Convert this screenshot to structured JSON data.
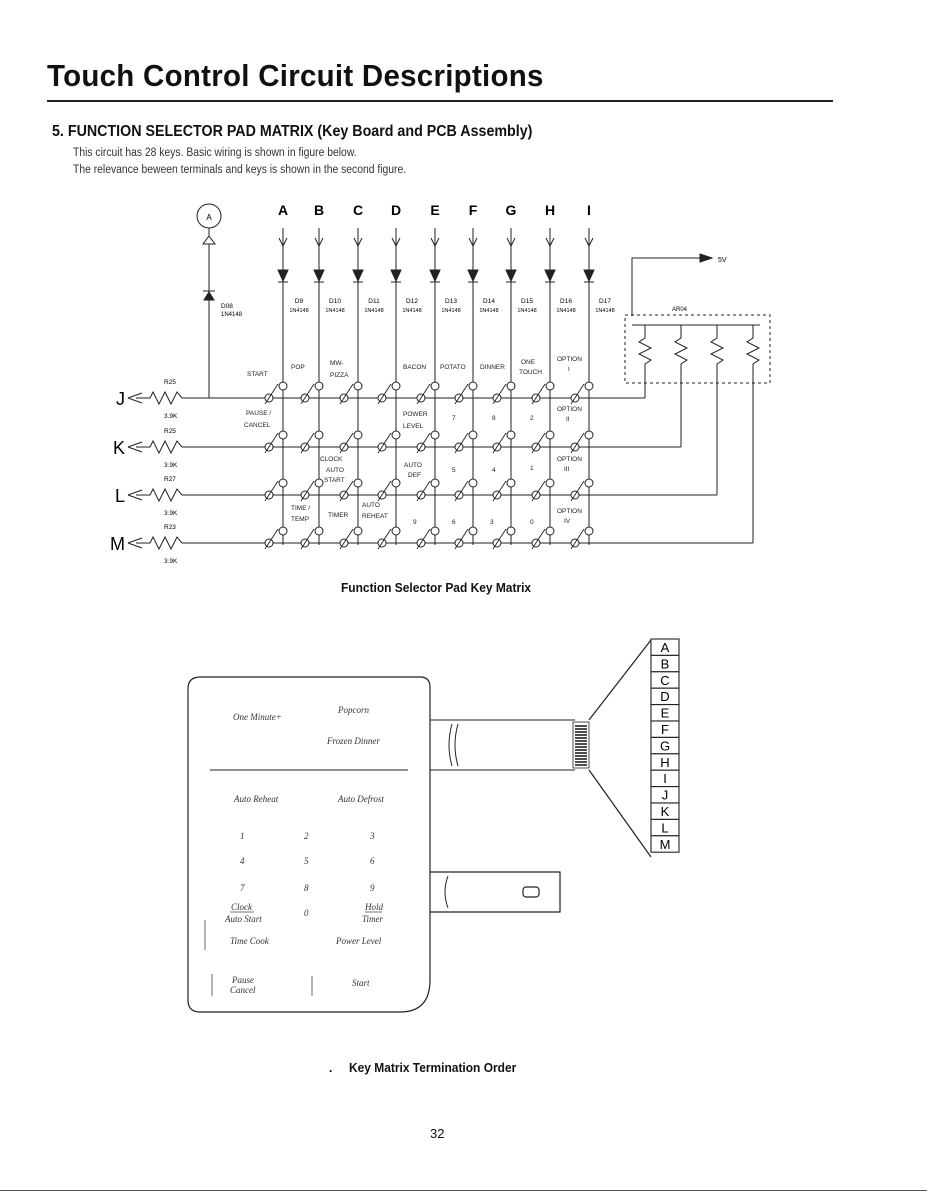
{
  "page": {
    "title": "Touch Control Circuit Descriptions",
    "section_heading": "5. FUNCTION SELECTOR PAD MATRIX (Key Board and PCB Assembly)",
    "description": [
      "This circuit has 28 keys. Basic wiring is shown in figure below.",
      "The relevance beween terminals and keys is shown in the second figure."
    ],
    "page_number": "32"
  },
  "matrix": {
    "caption": "Function Selector Pad Key Matrix",
    "node_a": "A",
    "columns": [
      "A",
      "B",
      "C",
      "D",
      "E",
      "F",
      "G",
      "H",
      "I"
    ],
    "diodes": [
      "D9",
      "D10",
      "D11",
      "D12",
      "D13",
      "D14",
      "D15",
      "D16",
      "D17"
    ],
    "diode_part": "1N4148",
    "d08": {
      "label": "D08",
      "part": "1N4148"
    },
    "vcc": "5V",
    "array": "AR04",
    "rows": [
      {
        "label": "J",
        "resistor": "R25",
        "value": "3.9K"
      },
      {
        "label": "K",
        "resistor": "R25",
        "value": "3.9K"
      },
      {
        "label": "L",
        "resistor": "R27",
        "value": "3.9K"
      },
      {
        "label": "M",
        "resistor": "R23",
        "value": "3.9K"
      }
    ],
    "key_labels": {
      "start": "START",
      "pop": "POP",
      "mw": "MW-",
      "pizza": "PIZZA",
      "bacon": "BACON",
      "potato": "POTATO",
      "dinner": "DINNER",
      "one": "ONE",
      "touch": "TOUCH",
      "option": "OPTION",
      "opt1": "I",
      "opt2": "II",
      "opt3": "III",
      "opt4": "IV",
      "pause": "PAUSE /",
      "cancel": "CANCEL",
      "power": "POWER",
      "level": "LEVEL",
      "n7": "7",
      "n8": "8",
      "n2": "2",
      "clock": "CLOCK",
      "auto": "AUTO",
      "start2": "START",
      "def": "DEF",
      "n5": "5",
      "n4": "4",
      "n1": "1",
      "time": "TIME /",
      "temp": "TEMP",
      "timer": "TIMER",
      "reheat": "REHEAT",
      "n9": "9",
      "n6": "6",
      "n3": "3",
      "n0": "0"
    }
  },
  "keypad": {
    "caption": "Key Matrix Termination Order",
    "keys": {
      "one_minute": "One Minute+",
      "popcorn": "Popcorn",
      "frozen_dinner": "Frozen Dinner",
      "auto_reheat": "Auto Reheat",
      "auto_defrost": "Auto Defrost",
      "k1": "1",
      "k2": "2",
      "k3": "3",
      "k4": "4",
      "k5": "5",
      "k6": "6",
      "k7": "7",
      "k8": "8",
      "k9": "9",
      "k0": "0",
      "clock": "Clock",
      "auto_start": "Auto Start",
      "hold": "Hold",
      "timer": "Timer",
      "time_cook": "Time Cook",
      "power_level": "Power Level",
      "pause": "Pause",
      "cancel": "Cancel",
      "start": "Start"
    },
    "terminals": [
      "A",
      "B",
      "C",
      "D",
      "E",
      "F",
      "G",
      "H",
      "I",
      "J",
      "K",
      "L",
      "M"
    ]
  }
}
